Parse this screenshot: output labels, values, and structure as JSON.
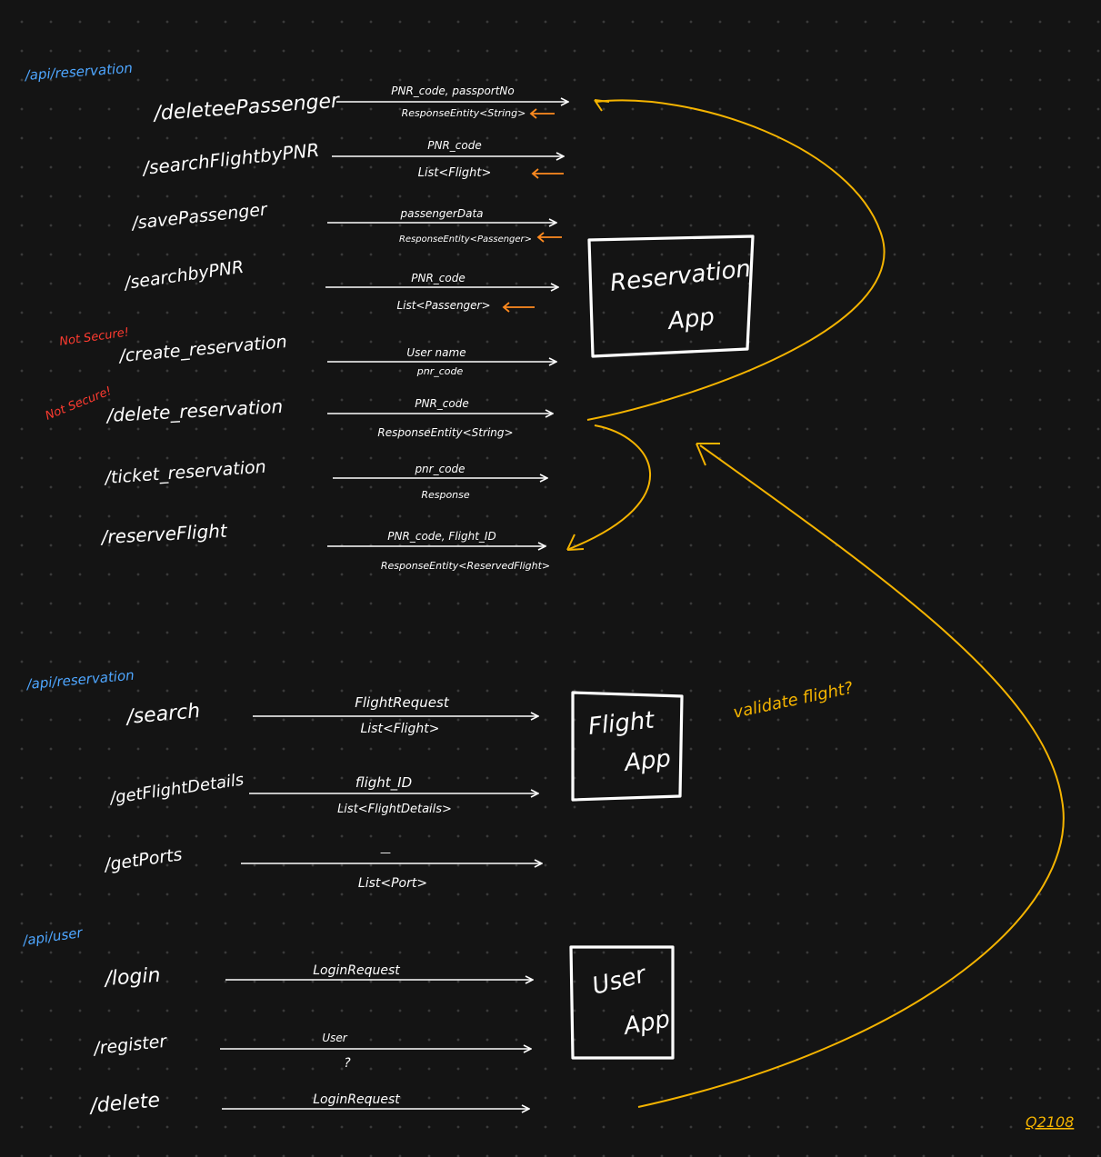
{
  "colors": {
    "background": "#141414",
    "ink": "#ffffff",
    "group_label": "#4ea6ff",
    "warning": "#ff3b30",
    "accent": "#f5b400",
    "return_arrow": "#ff8a1f"
  },
  "groups": [
    {
      "label": "/api/reservation",
      "app": {
        "line1": "Reservation",
        "line2": "App"
      },
      "endpoints": [
        {
          "path": "/deleteePassenger",
          "request": "PNR_code, passportNo",
          "response": "ResponseEntity<String>",
          "returns": true,
          "warning": ""
        },
        {
          "path": "/searchFlightbyPNR",
          "request": "PNR_code",
          "response": "List<Flight>",
          "returns": true,
          "warning": ""
        },
        {
          "path": "/savePassenger",
          "request": "passengerData",
          "response": "ResponseEntity<Passenger>",
          "returns": true,
          "warning": ""
        },
        {
          "path": "/searchbyPNR",
          "request": "PNR_code",
          "response": "List<Passenger>",
          "returns": true,
          "warning": ""
        },
        {
          "path": "/create_reservation",
          "request": "User name",
          "response": "pnr_code",
          "returns": false,
          "warning": "Not Secure!"
        },
        {
          "path": "/delete_reservation",
          "request": "PNR_code",
          "response": "ResponseEntity<String>",
          "returns": false,
          "warning": "Not Secure!"
        },
        {
          "path": "/ticket_reservation",
          "request": "pnr_code",
          "response": "Response",
          "returns": false,
          "warning": ""
        },
        {
          "path": "/reserveFlight",
          "request": "PNR_code, Flight_ID",
          "response": "ResponseEntity<ReservedFlight>",
          "returns": false,
          "warning": ""
        }
      ]
    },
    {
      "label": "/api/reservation",
      "app": {
        "line1": "Flight",
        "line2": "App"
      },
      "endpoints": [
        {
          "path": "/search",
          "request": "FlightRequest",
          "response": "List<Flight>"
        },
        {
          "path": "/getFlightDetails",
          "request": "flight_ID",
          "response": "List<FlightDetails>"
        },
        {
          "path": "/getPorts",
          "request": "—",
          "response": "List<Port>"
        }
      ]
    },
    {
      "label": "/api/user",
      "app": {
        "line1": "User",
        "line2": "App"
      },
      "endpoints": [
        {
          "path": "/login",
          "request": "LoginRequest",
          "response": ""
        },
        {
          "path": "/register",
          "request": "User",
          "response": "?"
        },
        {
          "path": "/delete",
          "request": "LoginRequest",
          "response": ""
        }
      ]
    }
  ],
  "annotations": {
    "validate": "validate flight?",
    "signature": "Q2108"
  }
}
